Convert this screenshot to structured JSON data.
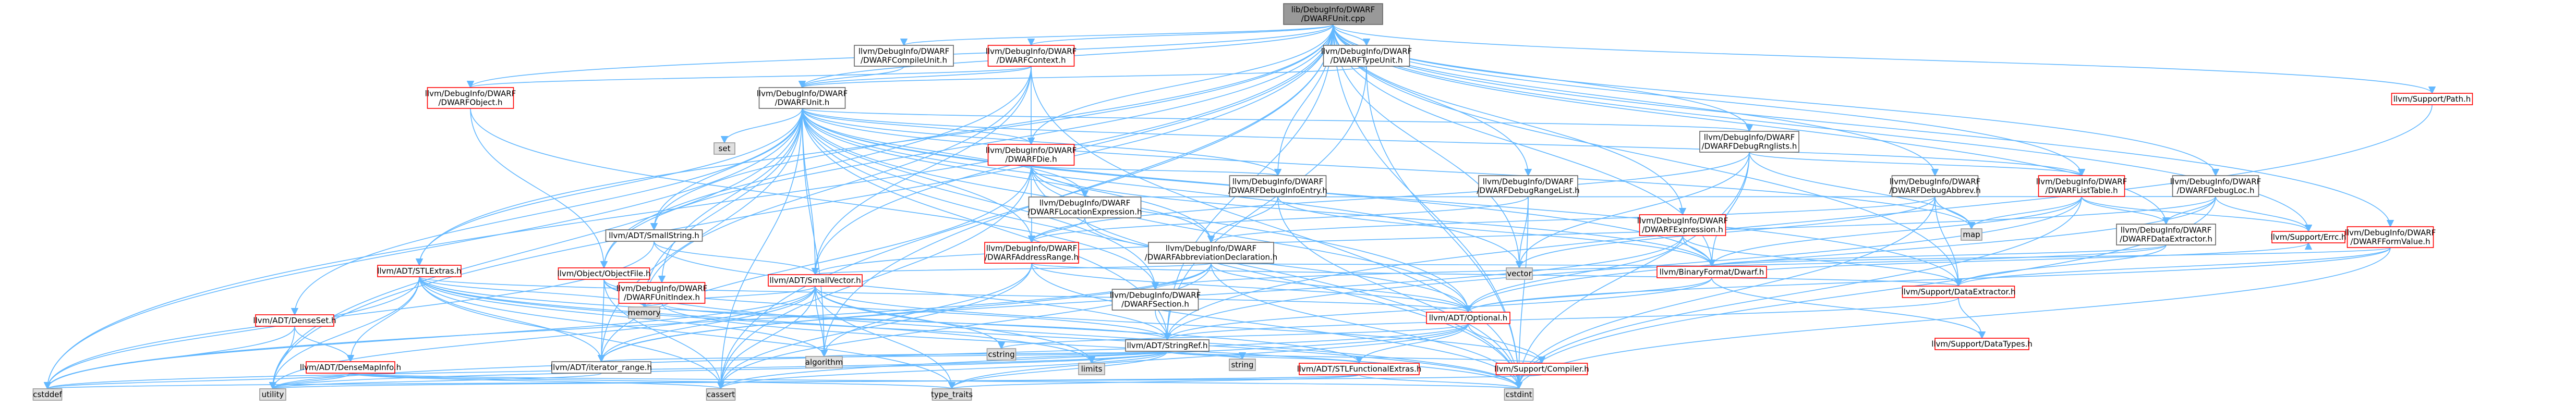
{
  "colors": {
    "root_fill": "#999999",
    "documented_fill": "#ffffff",
    "documented_stroke": "#666666",
    "documented_text": "#000000",
    "highlight_stroke": "#ff0000",
    "highlight_text": "#ff0000",
    "external_fill": "#e0e0e0",
    "external_stroke": "#999999",
    "edge": "#63b8ff"
  },
  "nodes": [
    {
      "id": "root",
      "lines": [
        "lib/DebugInfo/DWARF",
        "/DWARFUnit.cpp"
      ],
      "kind": "root"
    },
    {
      "id": "compileunit",
      "lines": [
        "llvm/DebugInfo/DWARF",
        "/DWARFCompileUnit.h"
      ],
      "kind": "doc"
    },
    {
      "id": "context",
      "lines": [
        "llvm/DebugInfo/DWARF",
        "/DWARFContext.h"
      ],
      "kind": "red"
    },
    {
      "id": "typeunit",
      "lines": [
        "llvm/DebugInfo/DWARF",
        "/DWARFTypeUnit.h"
      ],
      "kind": "doc"
    },
    {
      "id": "object",
      "lines": [
        "llvm/DebugInfo/DWARF",
        "/DWARFObject.h"
      ],
      "kind": "red"
    },
    {
      "id": "unit",
      "lines": [
        "llvm/DebugInfo/DWARF",
        "/DWARFUnit.h"
      ],
      "kind": "doc"
    },
    {
      "id": "set",
      "lines": [
        "set"
      ],
      "kind": "ext"
    },
    {
      "id": "die",
      "lines": [
        "llvm/DebugInfo/DWARF",
        "/DWARFDie.h"
      ],
      "kind": "red"
    },
    {
      "id": "debugrnglists",
      "lines": [
        "llvm/DebugInfo/DWARF",
        "/DWARFDebugRnglists.h"
      ],
      "kind": "doc"
    },
    {
      "id": "debugabbrev",
      "lines": [
        "llvm/DebugInfo/DWARF",
        "/DWARFDebugAbbrev.h"
      ],
      "kind": "doc"
    },
    {
      "id": "listtable",
      "lines": [
        "llvm/DebugInfo/DWARF",
        "/DWARFListTable.h"
      ],
      "kind": "red"
    },
    {
      "id": "debugloc",
      "lines": [
        "llvm/DebugInfo/DWARF",
        "/DWARFDebugLoc.h"
      ],
      "kind": "doc"
    },
    {
      "id": "path",
      "lines": [
        "llvm/Support/Path.h"
      ],
      "kind": "red"
    },
    {
      "id": "locexpr",
      "lines": [
        "llvm/DebugInfo/DWARF",
        "/DWARFLocationExpression.h"
      ],
      "kind": "doc"
    },
    {
      "id": "debuginfoentry",
      "lines": [
        "llvm/DebugInfo/DWARF",
        "/DWARFDebugInfoEntry.h"
      ],
      "kind": "doc"
    },
    {
      "id": "debugrangelist",
      "lines": [
        "llvm/DebugInfo/DWARF",
        "/DWARFDebugRangeList.h"
      ],
      "kind": "doc"
    },
    {
      "id": "expression",
      "lines": [
        "llvm/DebugInfo/DWARF",
        "/DWARFExpression.h"
      ],
      "kind": "red"
    },
    {
      "id": "map",
      "lines": [
        "map"
      ],
      "kind": "ext"
    },
    {
      "id": "dataextractor_dw",
      "lines": [
        "llvm/DebugInfo/DWARF",
        "/DWARFDataExtractor.h"
      ],
      "kind": "doc"
    },
    {
      "id": "errorh",
      "lines": [
        "llvm/Support/Errc.h"
      ],
      "kind": "red"
    },
    {
      "id": "formvalue",
      "lines": [
        "llvm/DebugInfo/DWARF",
        "/DWARFFormValue.h"
      ],
      "kind": "red"
    },
    {
      "id": "smallstring",
      "lines": [
        "llvm/ADT/SmallString.h"
      ],
      "kind": "doc"
    },
    {
      "id": "addressrange",
      "lines": [
        "llvm/DebugInfo/DWARF",
        "/DWARFAddressRange.h"
      ],
      "kind": "red"
    },
    {
      "id": "abbrevdecl",
      "lines": [
        "llvm/DebugInfo/DWARF",
        "/DWARFAbbreviationDeclaration.h"
      ],
      "kind": "doc"
    },
    {
      "id": "vector",
      "lines": [
        "vector"
      ],
      "kind": "ext"
    },
    {
      "id": "binaryformat",
      "lines": [
        "llvm/BinaryFormat/Dwarf.h"
      ],
      "kind": "red"
    },
    {
      "id": "dataextractor",
      "lines": [
        "llvm/Support/DataExtractor.h"
      ],
      "kind": "red"
    },
    {
      "id": "stlextras",
      "lines": [
        "llvm/ADT/STLExtras.h"
      ],
      "kind": "red"
    },
    {
      "id": "objectfile",
      "lines": [
        "llvm/Object/ObjectFile.h"
      ],
      "kind": "red"
    },
    {
      "id": "unitindex",
      "lines": [
        "llvm/DebugInfo/DWARF",
        "/DWARFUnitIndex.h"
      ],
      "kind": "red"
    },
    {
      "id": "smallvector",
      "lines": [
        "llvm/ADT/SmallVector.h"
      ],
      "kind": "red"
    },
    {
      "id": "section",
      "lines": [
        "llvm/DebugInfo/DWARF",
        "/DWARFSection.h"
      ],
      "kind": "doc"
    },
    {
      "id": "optional",
      "lines": [
        "llvm/ADT/Optional.h"
      ],
      "kind": "red"
    },
    {
      "id": "densset",
      "lines": [
        "llvm/ADT/DenseSet.h"
      ],
      "kind": "red"
    },
    {
      "id": "memory",
      "lines": [
        "memory"
      ],
      "kind": "ext"
    },
    {
      "id": "stringref",
      "lines": [
        "llvm/ADT/StringRef.h"
      ],
      "kind": "doc"
    },
    {
      "id": "datatypes",
      "lines": [
        "llvm/Support/DataTypes.h"
      ],
      "kind": "red"
    },
    {
      "id": "densemapinfo",
      "lines": [
        "llvm/ADT/DenseMapInfo.h"
      ],
      "kind": "red"
    },
    {
      "id": "iteratorrange",
      "lines": [
        "llvm/ADT/iterator_range.h"
      ],
      "kind": "doc"
    },
    {
      "id": "cstring",
      "lines": [
        "cstring"
      ],
      "kind": "ext"
    },
    {
      "id": "algorithm",
      "lines": [
        "algorithm"
      ],
      "kind": "ext"
    },
    {
      "id": "limits",
      "lines": [
        "limits"
      ],
      "kind": "ext"
    },
    {
      "id": "string",
      "lines": [
        "string"
      ],
      "kind": "ext"
    },
    {
      "id": "stlfunctional",
      "lines": [
        "llvm/ADT/STLFunctionalExtras.h"
      ],
      "kind": "red"
    },
    {
      "id": "compiler",
      "lines": [
        "llvm/Support/Compiler.h"
      ],
      "kind": "red"
    },
    {
      "id": "cstddef",
      "lines": [
        "cstddef"
      ],
      "kind": "ext"
    },
    {
      "id": "utility",
      "lines": [
        "utility"
      ],
      "kind": "ext"
    },
    {
      "id": "cassert",
      "lines": [
        "cassert"
      ],
      "kind": "ext"
    },
    {
      "id": "typetraits",
      "lines": [
        "type_traits"
      ],
      "kind": "ext"
    },
    {
      "id": "cstdint",
      "lines": [
        "cstdint"
      ],
      "kind": "ext"
    }
  ],
  "edges": [
    [
      "root",
      "compileunit"
    ],
    [
      "root",
      "context"
    ],
    [
      "root",
      "typeunit"
    ],
    [
      "root",
      "object"
    ],
    [
      "root",
      "unit"
    ],
    [
      "root",
      "die"
    ],
    [
      "root",
      "debugrnglists"
    ],
    [
      "root",
      "debugabbrev"
    ],
    [
      "root",
      "listtable"
    ],
    [
      "root",
      "debugloc"
    ],
    [
      "root",
      "path"
    ],
    [
      "root",
      "debuginfoentry"
    ],
    [
      "root",
      "debugrangelist"
    ],
    [
      "root",
      "expression"
    ],
    [
      "root",
      "formvalue"
    ],
    [
      "root",
      "dataextractor_dw"
    ],
    [
      "root",
      "errorh"
    ],
    [
      "root",
      "smallstring"
    ],
    [
      "root",
      "stlextras"
    ],
    [
      "root",
      "objectfile"
    ],
    [
      "root",
      "dataextractor"
    ],
    [
      "root",
      "vector"
    ],
    [
      "root",
      "stringref"
    ],
    [
      "root",
      "cstdint"
    ],
    [
      "root",
      "cstddef"
    ],
    [
      "root",
      "utility"
    ],
    [
      "root",
      "cassert"
    ],
    [
      "root",
      "algorithm"
    ],
    [
      "root",
      "binaryformat"
    ],
    [
      "root",
      "smallvector"
    ],
    [
      "compileunit",
      "unit"
    ],
    [
      "context",
      "unit"
    ],
    [
      "context",
      "object"
    ],
    [
      "context",
      "die"
    ],
    [
      "context",
      "smallvector"
    ],
    [
      "context",
      "cstdint"
    ],
    [
      "context",
      "memory"
    ],
    [
      "context",
      "objectfile"
    ],
    [
      "typeunit",
      "unit"
    ],
    [
      "typeunit",
      "stringref"
    ],
    [
      "typeunit",
      "cstdint"
    ],
    [
      "object",
      "objectfile"
    ],
    [
      "object",
      "section"
    ],
    [
      "unit",
      "set"
    ],
    [
      "unit",
      "die"
    ],
    [
      "unit",
      "locexpr"
    ],
    [
      "unit",
      "debuginfoentry"
    ],
    [
      "unit",
      "addressrange"
    ],
    [
      "unit",
      "abbrevdecl"
    ],
    [
      "unit",
      "listtable"
    ],
    [
      "unit",
      "debugrnglists"
    ],
    [
      "unit",
      "section"
    ],
    [
      "unit",
      "unitindex"
    ],
    [
      "unit",
      "smallvector"
    ],
    [
      "unit",
      "stlextras"
    ],
    [
      "unit",
      "densset"
    ],
    [
      "unit",
      "optional"
    ],
    [
      "unit",
      "stringref"
    ],
    [
      "unit",
      "iteratorrange"
    ],
    [
      "unit",
      "binaryformat"
    ],
    [
      "unit",
      "dataextractor"
    ],
    [
      "unit",
      "map"
    ],
    [
      "unit",
      "memory"
    ],
    [
      "unit",
      "vector"
    ],
    [
      "unit",
      "algorithm"
    ],
    [
      "unit",
      "cassert"
    ],
    [
      "unit",
      "cstddef"
    ],
    [
      "unit",
      "cstdint"
    ],
    [
      "unit",
      "utility"
    ],
    [
      "unit",
      "smallstring"
    ],
    [
      "die",
      "debuginfoentry"
    ],
    [
      "die",
      "locexpr"
    ],
    [
      "die",
      "addressrange"
    ],
    [
      "die",
      "abbrevdecl"
    ],
    [
      "die",
      "attributes"
    ],
    [
      "die",
      "optional"
    ],
    [
      "die",
      "iteratorrange"
    ],
    [
      "die",
      "binaryformat"
    ],
    [
      "die",
      "cassert"
    ],
    [
      "die",
      "cstdint"
    ],
    [
      "die",
      "iterator"
    ],
    [
      "debugrnglists",
      "addressrange"
    ],
    [
      "debugrnglists",
      "listtable"
    ],
    [
      "debugrnglists",
      "binaryformat"
    ],
    [
      "debugrnglists",
      "cstdint"
    ],
    [
      "debugrnglists",
      "map"
    ],
    [
      "debugrnglists",
      "vector"
    ],
    [
      "debugabbrev",
      "abbrevdecl"
    ],
    [
      "debugabbrev",
      "dataextractor"
    ],
    [
      "debugabbrev",
      "cstdint"
    ],
    [
      "debugabbrev",
      "map"
    ],
    [
      "debugabbrev",
      "vector"
    ],
    [
      "listtable",
      "dataextractor_dw"
    ],
    [
      "listtable",
      "binaryformat"
    ],
    [
      "listtable",
      "errorh"
    ],
    [
      "listtable",
      "map"
    ],
    [
      "listtable",
      "cstdint"
    ],
    [
      "listtable",
      "stringref"
    ],
    [
      "debugloc",
      "dataextractor_dw"
    ],
    [
      "debugloc",
      "locexpr"
    ],
    [
      "debugloc",
      "errorh"
    ],
    [
      "debugloc",
      "optional"
    ],
    [
      "debugloc",
      "smallvector"
    ],
    [
      "debugloc",
      "cstdint"
    ],
    [
      "path",
      "twine"
    ],
    [
      "path",
      "stringref"
    ],
    [
      "locexpr",
      "addressrange"
    ],
    [
      "locexpr",
      "optional"
    ],
    [
      "debuginfoentry",
      "abbrevdecl"
    ],
    [
      "debuginfoentry",
      "binaryformat"
    ],
    [
      "debuginfoentry",
      "cstdint"
    ],
    [
      "debugrangelist",
      "addressrange"
    ],
    [
      "debugrangelist",
      "cstdint"
    ],
    [
      "debugrangelist",
      "vector"
    ],
    [
      "expression",
      "binaryformat"
    ],
    [
      "expression",
      "dataextractor"
    ],
    [
      "expression",
      "optional"
    ],
    [
      "expression",
      "iteratorrange"
    ],
    [
      "dataextractor_dw",
      "dataextractor"
    ],
    [
      "dataextractor_dw",
      "binaryformat"
    ],
    [
      "dataextractor_dw",
      "section"
    ],
    [
      "formvalue",
      "dataextractor"
    ],
    [
      "formvalue",
      "binaryformat"
    ],
    [
      "formvalue",
      "optional"
    ],
    [
      "formvalue",
      "cstdint"
    ],
    [
      "smallstring",
      "smallvector"
    ],
    [
      "smallstring",
      "stringref"
    ],
    [
      "smallstring",
      "cstddef"
    ],
    [
      "addressrange",
      "dataextractor"
    ],
    [
      "addressrange",
      "algorithm"
    ],
    [
      "addressrange",
      "cassert"
    ],
    [
      "addressrange",
      "cstdint"
    ],
    [
      "addressrange",
      "optional"
    ],
    [
      "abbrevdecl",
      "smallvector"
    ],
    [
      "abbrevdecl",
      "optional"
    ],
    [
      "abbrevdecl",
      "iteratorrange"
    ],
    [
      "abbrevdecl",
      "binaryformat"
    ],
    [
      "abbrevdecl",
      "cassert"
    ],
    [
      "abbrevdecl",
      "cstddef"
    ],
    [
      "abbrevdecl",
      "cstdint"
    ],
    [
      "binaryformat",
      "stringref"
    ],
    [
      "binaryformat",
      "optional"
    ],
    [
      "binaryformat",
      "datatypes"
    ],
    [
      "binaryformat",
      "errorh"
    ],
    [
      "dataextractor",
      "datatypes"
    ],
    [
      "dataextractor",
      "stringref"
    ],
    [
      "stlextras",
      "optional"
    ],
    [
      "stlextras",
      "stlfunctional"
    ],
    [
      "stlextras",
      "iteratorrange"
    ],
    [
      "stlextras",
      "memory"
    ],
    [
      "stlextras",
      "utility"
    ],
    [
      "stlextras",
      "limits"
    ],
    [
      "stlextras",
      "algorithm"
    ],
    [
      "stlextras",
      "cassert"
    ],
    [
      "stlextras",
      "cstddef"
    ],
    [
      "stlextras",
      "cstdint"
    ],
    [
      "stlextras",
      "typetraits"
    ],
    [
      "stlextras",
      "densemapinfo"
    ],
    [
      "objectfile",
      "stringref"
    ],
    [
      "objectfile",
      "iteratorrange"
    ],
    [
      "objectfile",
      "memory"
    ],
    [
      "objectfile",
      "cassert"
    ],
    [
      "objectfile",
      "cstdint"
    ],
    [
      "unitindex",
      "stringref"
    ],
    [
      "unitindex",
      "memory"
    ],
    [
      "unitindex",
      "cstdint"
    ],
    [
      "smallvector",
      "compiler"
    ],
    [
      "smallvector",
      "algorithm"
    ],
    [
      "smallvector",
      "cassert"
    ],
    [
      "smallvector",
      "cstddef"
    ],
    [
      "smallvector",
      "cstring"
    ],
    [
      "smallvector",
      "memory"
    ],
    [
      "smallvector",
      "limits"
    ],
    [
      "smallvector",
      "utility"
    ],
    [
      "smallvector",
      "typetraits"
    ],
    [
      "smallvector",
      "iteratorrange"
    ],
    [
      "section",
      "stringref"
    ],
    [
      "optional",
      "compiler"
    ],
    [
      "optional",
      "cassert"
    ],
    [
      "optional",
      "cstring"
    ],
    [
      "optional",
      "utility"
    ],
    [
      "optional",
      "typetraits"
    ],
    [
      "optional",
      "stlfunctional"
    ],
    [
      "densset",
      "densemapinfo"
    ],
    [
      "densset",
      "cstddef"
    ],
    [
      "densset",
      "utility"
    ],
    [
      "stringref",
      "stlfunctional"
    ],
    [
      "stringref",
      "compiler"
    ],
    [
      "stringref",
      "algorithm"
    ],
    [
      "stringref",
      "cassert"
    ],
    [
      "stringref",
      "cstddef"
    ],
    [
      "stringref",
      "cstring"
    ],
    [
      "stringref",
      "limits"
    ],
    [
      "stringref",
      "string"
    ],
    [
      "stringref",
      "typetraits"
    ],
    [
      "stringref",
      "utility"
    ],
    [
      "stringref",
      "iteratorrange"
    ],
    [
      "densemapinfo",
      "cassert"
    ],
    [
      "densemapinfo",
      "cstddef"
    ],
    [
      "densemapinfo",
      "cstdint"
    ],
    [
      "densemapinfo",
      "utility"
    ],
    [
      "densemapinfo",
      "typetraits"
    ],
    [
      "iteratorrange",
      "utility"
    ],
    [
      "stlfunctional",
      "cstdint"
    ],
    [
      "stlfunctional",
      "utility"
    ],
    [
      "stlfunctional",
      "typetraits"
    ],
    [
      "compiler",
      "cstddef"
    ]
  ]
}
